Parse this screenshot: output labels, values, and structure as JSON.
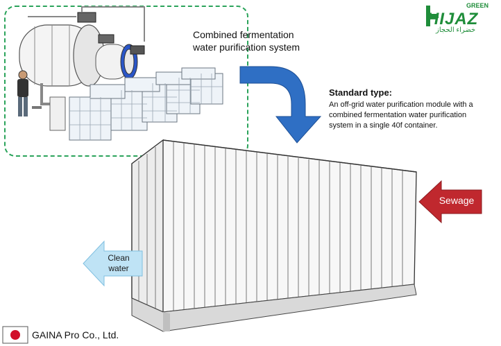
{
  "labels": {
    "system": "Combined fermentation water purification system",
    "standard_title": "Standard type:",
    "standard_desc": "An off-grid water purification module with a combined fermentation water purification system in a single 40f container.",
    "sewage": "Sewage",
    "clean_water": "Clean water",
    "company": "GAINA Pro Co., Ltd."
  },
  "logo": {
    "green": "GREEN",
    "hijaz": "HIJAZ",
    "arabic": "خضراء الحجاز",
    "color": "#1f8d3a"
  },
  "colors": {
    "dashed_border": "#2aa35a",
    "down_arrow": "#2f6fc4",
    "sewage_arrow": "#c0282e",
    "clean_arrow": "#bfe3f5",
    "flag_red": "#d1102a"
  }
}
